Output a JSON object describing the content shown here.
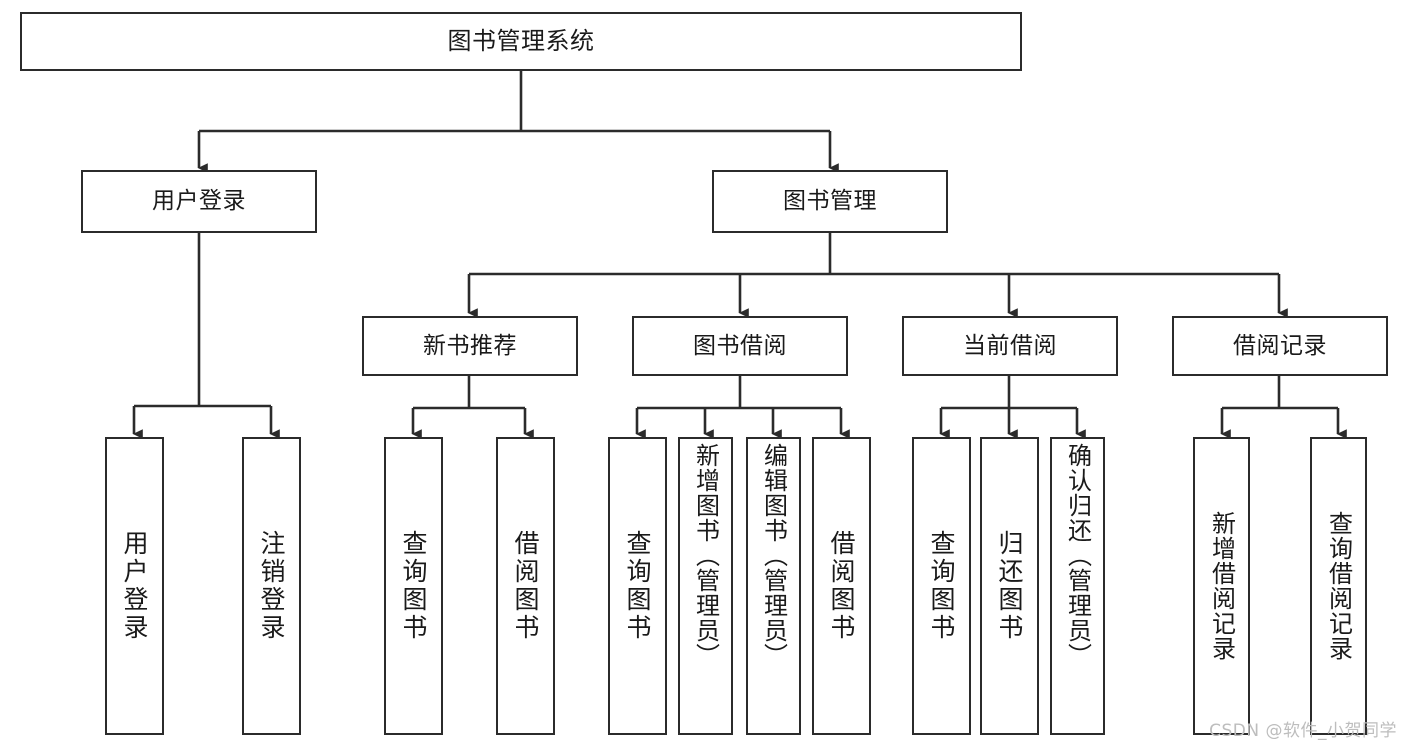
{
  "diagram": {
    "title": "图书管理系统",
    "root": {
      "label": "图书管理系统"
    },
    "level2": [
      {
        "label": "用户登录"
      },
      {
        "label": "图书管理"
      }
    ],
    "level3": [
      {
        "label": "新书推荐"
      },
      {
        "label": "图书借阅"
      },
      {
        "label": "当前借阅"
      },
      {
        "label": "借阅记录"
      }
    ],
    "leaves": {
      "user_login": [
        {
          "label": "用户登录"
        },
        {
          "label": "注销登录"
        }
      ],
      "new_book_recommend": [
        {
          "label": "查询图书"
        },
        {
          "label": "借阅图书"
        }
      ],
      "book_borrow": [
        {
          "label": "查询图书"
        },
        {
          "label": "新增图书（管理员）"
        },
        {
          "label": "编辑图书（管理员）"
        },
        {
          "label": "借阅图书"
        }
      ],
      "current_borrow": [
        {
          "label": "查询图书"
        },
        {
          "label": "归还图书"
        },
        {
          "label": "确认归还（管理员）"
        }
      ],
      "borrow_record": [
        {
          "label": "新增借阅记录"
        },
        {
          "label": "查询借阅记录"
        }
      ]
    }
  },
  "watermark": {
    "text": "CSDN @软件_小贺同学"
  },
  "colors": {
    "stroke": "#2b2b2b",
    "background": "#ffffff",
    "text": "#1a1a1a",
    "watermark": "#bdbdbd"
  }
}
